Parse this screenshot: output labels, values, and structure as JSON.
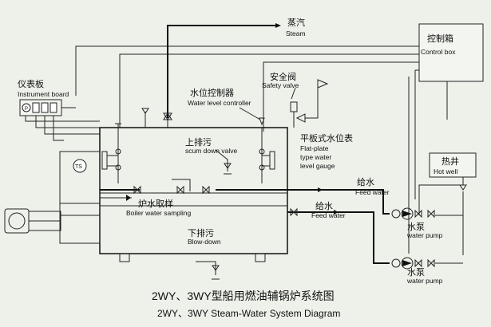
{
  "labels": {
    "steam_zh": "蒸汽",
    "steam_en": "Steam",
    "control_box_zh": "控制箱",
    "control_box_en": "Control box",
    "instrument_board_zh": "仪表板",
    "instrument_board_en": "Instrument board",
    "safety_valve_zh": "安全阀",
    "safety_valve_en": "Safety valve",
    "water_level_controller_zh": "水位控制器",
    "water_level_controller_en": "Water level controller",
    "scum_down_zh": "上排污",
    "scum_down_en": "scum down valve",
    "flat_gauge_zh": "平板式水位表",
    "flat_gauge_en_1": "Flat-plate",
    "flat_gauge_en_2": "type water",
    "flat_gauge_en_3": "level gauge",
    "feed_water_1_zh": "给水",
    "feed_water_1_en": "Feed water",
    "feed_water_2_zh": "给水",
    "feed_water_2_en": "Feed water",
    "hot_well_zh": "热井",
    "hot_well_en": "Hot well",
    "boiler_sampling_zh": "炉水取样",
    "boiler_sampling_en": "Boiler water sampling",
    "blow_down_zh": "下排污",
    "blow_down_en": "Blow-down",
    "pump1_zh": "水泵",
    "pump1_en": "water pump",
    "pump2_zh": "水泵",
    "pump2_en": "water pump",
    "ts_mark": "TS"
  },
  "title": {
    "zh": "2WY、3WY型船用燃油辅锅炉系统图",
    "en": "2WY、3WY Steam-Water System Diagram"
  }
}
